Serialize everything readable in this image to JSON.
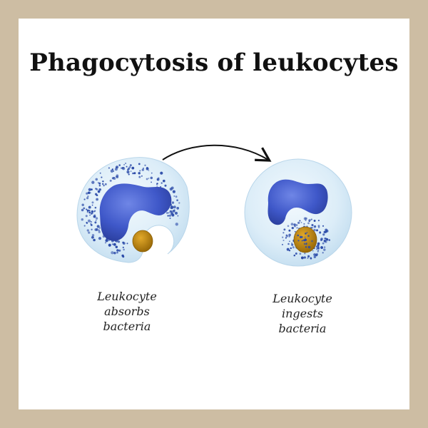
{
  "title": "Phagocytosis of leukocytes",
  "captions": {
    "left": [
      "Leukocyte",
      "absorbs",
      "bacteria"
    ],
    "right": [
      "Leukocyte",
      "ingests",
      "bacteria"
    ]
  },
  "colors": {
    "frame": "#cdbda3",
    "cytoplasm": "#d8ecf8",
    "nucleus": "#3f58c9",
    "granules": "#2a4aa8",
    "bacterium": "#c08a10"
  }
}
